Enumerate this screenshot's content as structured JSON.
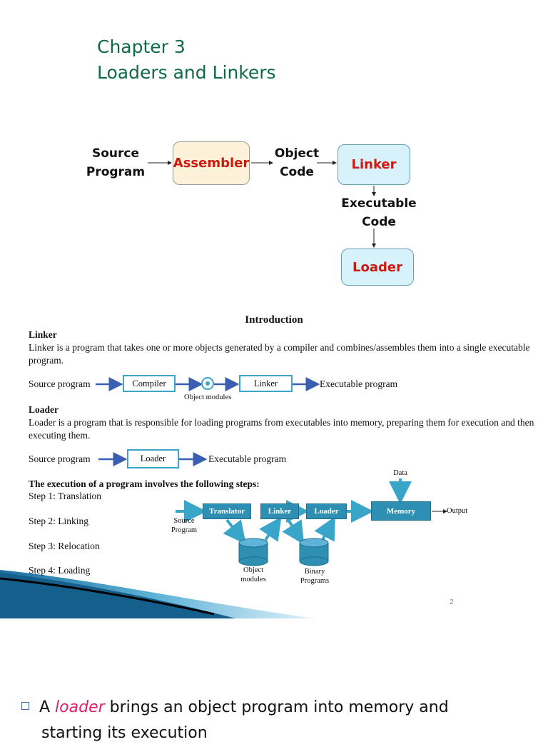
{
  "slide1": {
    "title_line1": "Chapter 3",
    "title_line2": "Loaders and Linkers",
    "flow": {
      "source_line1": "Source",
      "source_line2": "Program",
      "assembler": "Assembler",
      "object_line1": "Object",
      "object_line2": "Code",
      "linker": "Linker",
      "executable_line1": "Executable",
      "executable_line2": "Code",
      "loader": "Loader"
    },
    "colors": {
      "title": "#0f6b46",
      "box_label": "#cc1a10",
      "assembler_fill": "#fdf1da",
      "linker_fill": "#d8f2fb"
    }
  },
  "slide2": {
    "heading": "Introduction",
    "linker_head": "Linker",
    "linker_para": "Linker is a program that takes one or more objects generated by a compiler and combines/assembles them into a single executable program.",
    "linker_flow": {
      "source": "Source program",
      "compiler": "Compiler",
      "object_modules": "Object modules",
      "linker": "Linker",
      "output": "Executable program"
    },
    "loader_head": "Loader",
    "loader_para": "Loader is a program that is responsible for loading programs from executables into memory, preparing them for execution and then executing them.",
    "loader_flow": {
      "source": "Source program",
      "loader": "Loader",
      "output": "Executable program"
    },
    "steps_head": "The execution of a program involves the following steps:",
    "steps": [
      "Step 1: Translation",
      "Step 2: Linking",
      "Step 3: Relocation",
      "Step 4: Loading"
    ],
    "diagram": {
      "source_line1": "Source",
      "source_line2": "Program",
      "translator": "Translator",
      "linker": "Linker",
      "loader": "Loader",
      "memory": "Memory",
      "data": "Data",
      "output": "Output",
      "object_line1": "Object",
      "object_line2": "modules",
      "binary_line1": "Binary",
      "binary_line2": "Programs"
    },
    "page_number": "2"
  },
  "slide3": {
    "bullet_prefix": "A ",
    "bullet_emph": "loader",
    "bullet_rest": " brings an object program into memory and",
    "bullet_cut": "starting its execution"
  }
}
